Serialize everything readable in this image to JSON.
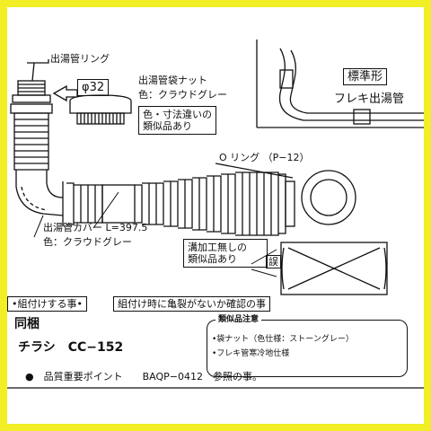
{
  "labels": {
    "ring_label": "出湯管リング",
    "diameter": "φ32",
    "nut_title": "出湯管袋ナット",
    "nut_color": "色：クラウドグレー",
    "similar_note_line1": "色・寸法違いの",
    "similar_note_line2": "類似品あり",
    "standard_type": "標準形",
    "flex_pipe": "フレキ出湯管",
    "o_ring": "O リング （P−12）",
    "cover_title": "出湯管カバー L=397.5",
    "cover_color": "色：クラウドグレー",
    "groove_line1": "溝加工無しの",
    "groove_line2": "類似品あり",
    "wrong_mark": "誤"
  },
  "notes": {
    "assemble_label": "•組付けする事•",
    "assemble_note": "組付け時に亀裂がないか確認の事",
    "bundle_title": "同梱",
    "flyer": "チラシ　CC−152",
    "similar_caution_title": "類似品注意",
    "similar_caution_1": "•袋ナット（色仕様：ストーングレー）",
    "similar_caution_2": "•フレキ管寒冷地仕様",
    "quality_point": "●　品質重要ポイント　　BAQP−0412　参照の事。"
  },
  "colors": {
    "background": "#f2ee26",
    "panel": "#ffffff",
    "ink": "#111111"
  },
  "icons": {
    "arrow": "left-arrow-icon",
    "wrong_part": "crossed-box-icon"
  }
}
